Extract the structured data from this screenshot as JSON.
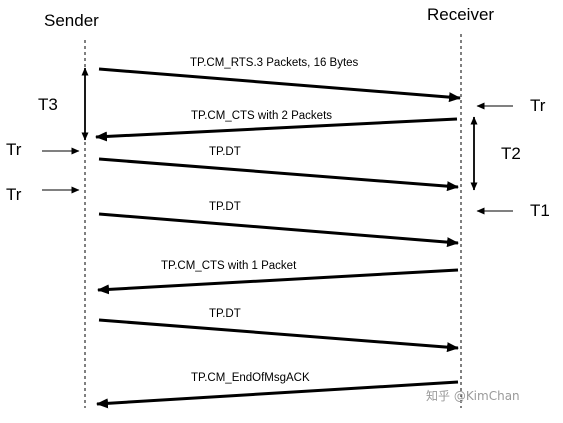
{
  "participants": {
    "sender": "Sender",
    "receiver": "Receiver"
  },
  "messages": [
    {
      "label": "TP.CM_RTS.3 Packets, 16 Bytes",
      "direction": "to-receiver"
    },
    {
      "label": "TP.CM_CTS with 2 Packets",
      "direction": "to-sender"
    },
    {
      "label": "TP.DT",
      "direction": "to-receiver"
    },
    {
      "label": "TP.DT",
      "direction": "to-receiver"
    },
    {
      "label": "TP.CM_CTS with 1 Packet",
      "direction": "to-sender"
    },
    {
      "label": "TP.DT",
      "direction": "to-receiver"
    },
    {
      "label": "TP.CM_EndOfMsgACK",
      "direction": "to-sender"
    }
  ],
  "timers": {
    "t3": "T3",
    "t2": "T2",
    "t1": "T1",
    "tr_sender_1": "Tr",
    "tr_sender_2": "Tr",
    "tr_receiver_1": "Tr",
    "tr_receiver_2": ""
  },
  "watermark": "知乎 @KimChan"
}
